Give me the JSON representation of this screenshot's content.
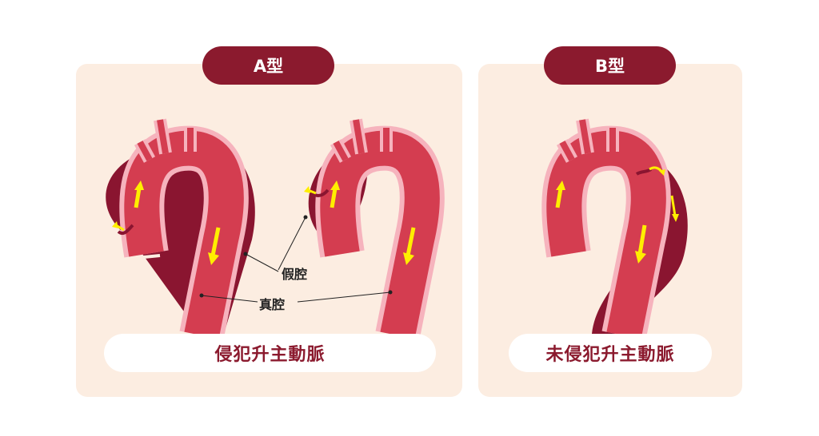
{
  "type_a": {
    "title": "A型",
    "caption": "侵犯升主動脈"
  },
  "type_b": {
    "title": "B型",
    "caption": "未侵犯升主動脈"
  },
  "labels": {
    "false_lumen": "假腔",
    "true_lumen": "真腔"
  },
  "colors": {
    "brand": "#8b1a2e",
    "vessel": "#d43d50",
    "vessel_wall": "#f6b3bd",
    "false_lumen": "#8a1530",
    "flow_arrow": "#ffee00",
    "panel": "#fcede1"
  }
}
